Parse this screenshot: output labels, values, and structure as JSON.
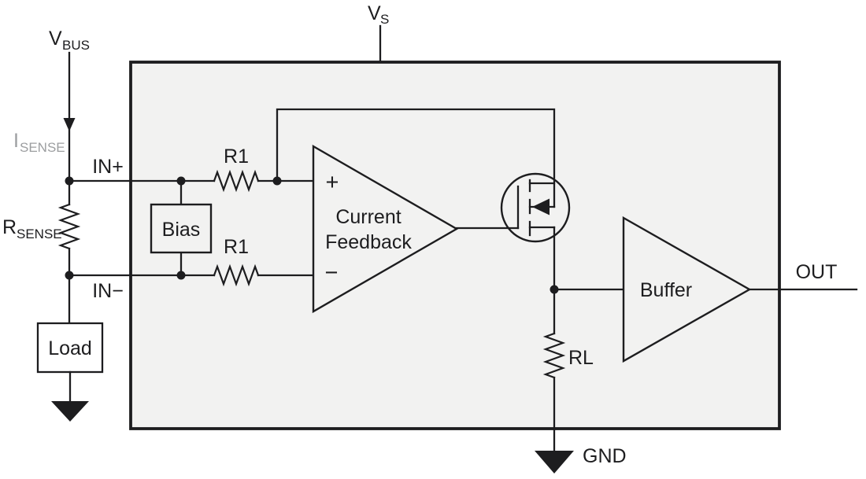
{
  "labels": {
    "vs": {
      "main": "V",
      "sub": "S"
    },
    "vbus": {
      "main": "V",
      "sub": "BUS"
    },
    "isense": {
      "main": "I",
      "sub": "SENSE"
    },
    "rsense": {
      "main": "R",
      "sub": "SENSE"
    },
    "in_plus": "IN+",
    "in_minus": "IN−",
    "r1_top": "R1",
    "r1_bottom": "R1",
    "bias": "Bias",
    "load": "Load",
    "amp": {
      "plus": "+",
      "minus": "−",
      "line1": "Current",
      "line2": "Feedback"
    },
    "buffer": "Buffer",
    "rl": "RL",
    "out": "OUT",
    "gnd": "GND"
  },
  "colors": {
    "background": "#ffffff",
    "wire": "#1d1d1f",
    "ic_fill": "#f2f2f1",
    "muted_label": "#9c9ea0"
  }
}
